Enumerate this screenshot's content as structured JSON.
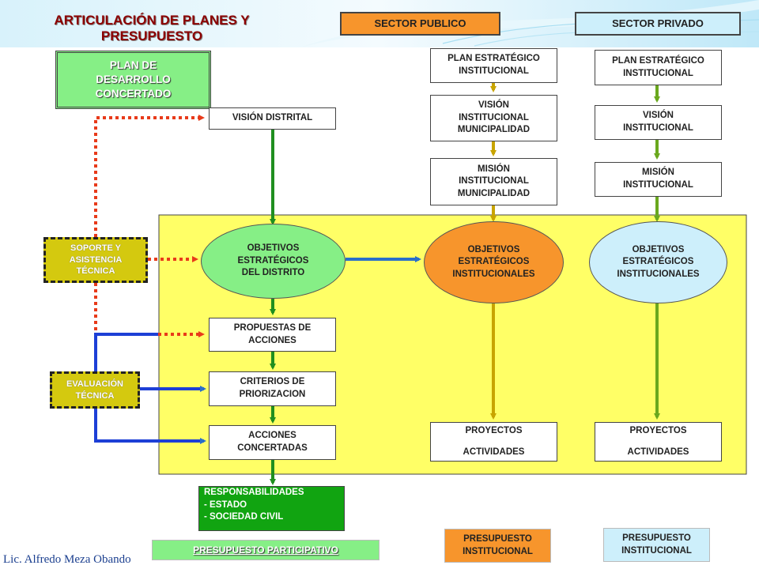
{
  "title": "ARTICULACIÓN DE PLANES Y\nPRESUPUESTO",
  "author": "Lic. Alfredo Meza Obando",
  "headers": {
    "public": "SECTOR PUBLICO",
    "private": "SECTOR PRIVADO"
  },
  "plan_box": "PLAN DE\nDESARROLLO\nCONCERTADO",
  "left": {
    "vision": "VISIÓN DISTRITAL",
    "objectives": "OBJETIVOS\nESTRATÉGICOS\nDEL DISTRITO",
    "proposals": "PROPUESTAS DE\nACCIONES",
    "criteria": "CRITERIOS DE\nPRIORIZACION",
    "actions": "ACCIONES\nCONCERTADAS",
    "responsibilities": "RESPONSABILIDADES\n - ESTADO\n - SOCIEDAD CIVIL",
    "budget": "PRESUPUESTO PARTICIPATIVO"
  },
  "support": {
    "assistance": "SOPORTE Y\nASISTENCIA\nTÉCNICA",
    "evaluation": "EVALUACIÓN\nTÉCNICA"
  },
  "public": {
    "plan": "PLAN ESTRATÉGICO\nINSTITUCIONAL",
    "vision": "VISIÓN\nINSTITUCIONAL\nMUNICIPALIDAD",
    "mission": "MISIÓN\nINSTITUCIONAL\nMUNICIPALIDAD",
    "objectives": "OBJETIVOS\nESTRATÉGICOS\nINSTITUCIONALES",
    "projects": "PROYECTOS\n\nACTIVIDADES",
    "budget": "PRESUPUESTO\nINSTITUCIONAL"
  },
  "private": {
    "plan": "PLAN ESTRATÉGICO\nINSTITUCIONAL",
    "vision": "VISIÓN\nINSTITUCIONAL",
    "mission": "MISIÓN\nINSTITUCIONAL",
    "objectives": "OBJETIVOS\nESTRATÉGICOS\nINSTITUCIONALES",
    "projects": "PROYECTOS\n\nACTIVIDADES",
    "budget": "PRESUPUESTO\nINSTITUCIONAL"
  },
  "colors": {
    "panel": "#ffff66",
    "green": "#1f8f1f",
    "gold": "#c8a400",
    "olive": "#6aa81e",
    "blue": "#1d3fd6",
    "red": "#e83a1a",
    "orange": "#f7952c",
    "light_blue": "#cdeffb",
    "light_green": "#86ef86",
    "bright_green": "#11a411"
  }
}
